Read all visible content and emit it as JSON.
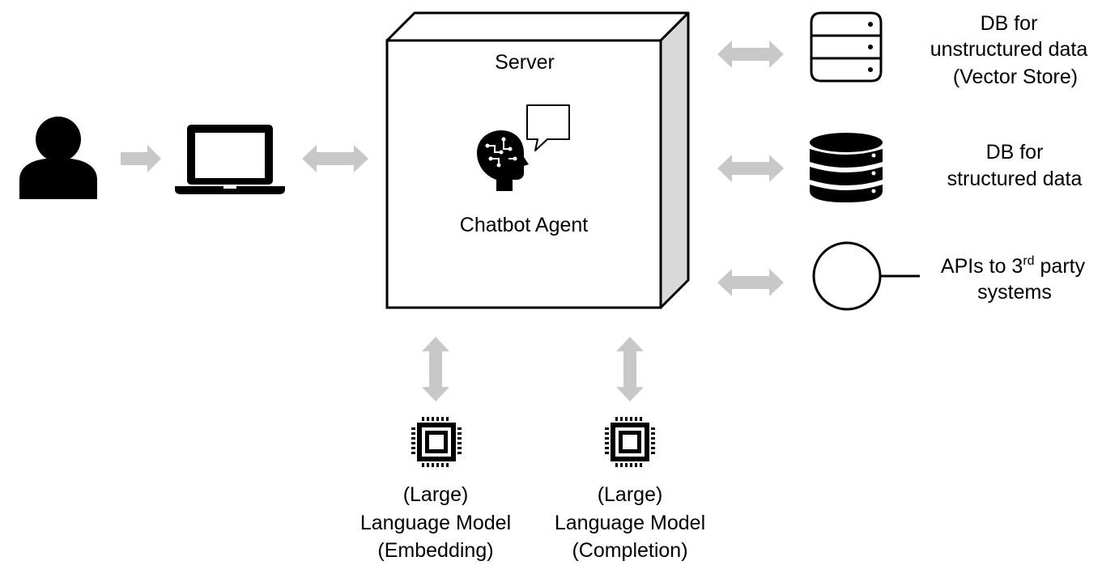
{
  "server": {
    "title": "Server",
    "agent_label": "Chatbot Agent"
  },
  "datastores": {
    "unstructured": {
      "line1": "DB for",
      "line2": "unstructured data",
      "line3": "(Vector Store)"
    },
    "structured": {
      "line1": "DB for",
      "line2": "structured data"
    }
  },
  "apis": {
    "line1_prefix": "APIs to 3",
    "line1_superscript": "rd",
    "line1_suffix": " party",
    "line2": "systems"
  },
  "models": {
    "embedding": {
      "line1": "(Large)",
      "line2": "Language Model",
      "line3": "(Embedding)"
    },
    "completion": {
      "line1": "(Large)",
      "line2": "Language Model",
      "line3": "(Completion)"
    }
  },
  "icons": {
    "user": "user-icon",
    "laptop": "laptop-icon",
    "brain": "ai-head-icon",
    "speech": "speech-bubble-icon",
    "db_outline": "database-outline-icon",
    "db_filled": "database-filled-icon",
    "api": "api-interface-icon",
    "chip": "chip-icon"
  },
  "colors": {
    "arrow": "#c8c8c8",
    "server_side": "#d9d9d9",
    "ink": "#000000"
  }
}
